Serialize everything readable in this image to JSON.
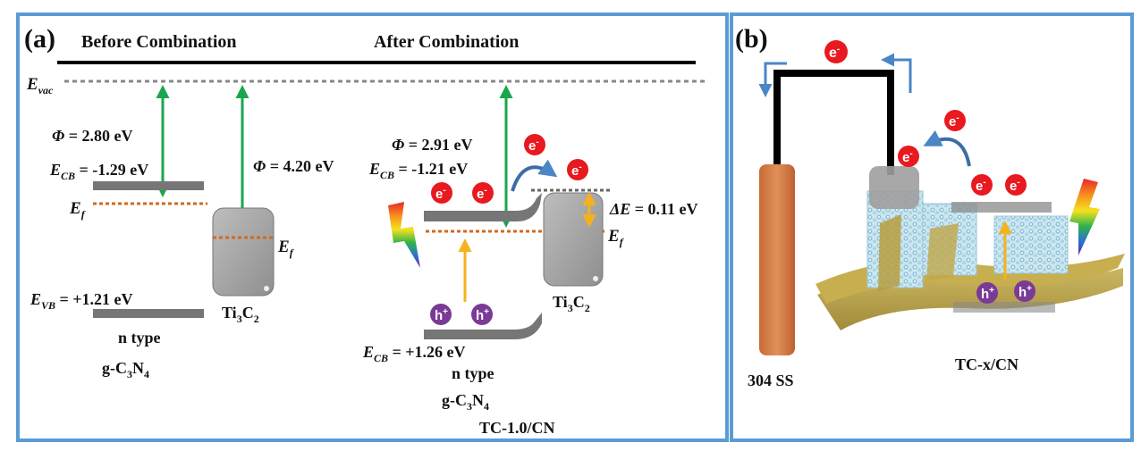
{
  "panel_a": {
    "label": "(a)",
    "header_before": "Before Combination",
    "header_after": "After Combination",
    "evac": {
      "main": "E",
      "sub": "vac"
    },
    "before": {
      "phi_cn": {
        "sym": "Φ",
        "rest": " = 2.80 eV"
      },
      "ecb_cn": {
        "main": "E",
        "sub": "CB",
        "rest": " = -1.29 eV"
      },
      "ef_cn": {
        "main": "E",
        "sub": "f"
      },
      "evb_cn": {
        "main": "E",
        "sub": "VB",
        "rest": " = +1.21 eV"
      },
      "n_type": "n type",
      "gcn": {
        "a": "g-C",
        "b": "3",
        "c": "N",
        "d": "4"
      },
      "phi_ti": {
        "sym": "Φ",
        "rest": " = 4.20 eV"
      },
      "ef_ti": {
        "main": "E",
        "sub": "f"
      },
      "ti": {
        "a": "Ti",
        "b": "3",
        "c": "C",
        "d": "2"
      }
    },
    "after": {
      "phi": {
        "sym": "Φ",
        "rest": " = 2.91 eV"
      },
      "ecb": {
        "main": "E",
        "sub": "CB",
        "rest": " = -1.21 eV"
      },
      "delta": {
        "sym": "ΔE",
        "rest": " = 0.11 eV"
      },
      "ef": {
        "main": "E",
        "sub": "f"
      },
      "ecb2": {
        "main": "E",
        "sub": "CB",
        "rest": " = +1.26 eV"
      },
      "ti": {
        "a": "Ti",
        "b": "3",
        "c": "C",
        "d": "2"
      },
      "n_type": "n type",
      "gcn": {
        "a": "g-C",
        "b": "3",
        "c": "N",
        "d": "4"
      },
      "composite": "TC-1.0/CN"
    },
    "electron": {
      "main": "e",
      "sup": "-"
    },
    "hole": {
      "main": "h",
      "sup": "+"
    }
  },
  "panel_b": {
    "label": "(b)",
    "electrode": "304 SS",
    "composite": "TC-x/CN",
    "electron": {
      "main": "e",
      "sup": "-"
    },
    "hole": {
      "main": "h",
      "sup": "+"
    }
  },
  "colors": {
    "frame_blue": "#5b9bd5",
    "arrow_green": "#1aa64e",
    "electron_red": "#e8191f",
    "hole_purple": "#7a3a96",
    "fermi_orange": "#d2691e",
    "flow_blue": "#4a86c5"
  }
}
